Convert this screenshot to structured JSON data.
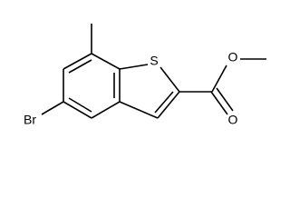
{
  "molecule": {
    "atoms": {
      "sulfur": "S",
      "bromine": "Br",
      "ester_oxygen": "O",
      "carbonyl_oxygen": "O"
    }
  },
  "colors": {
    "bond": "#000000",
    "label": "#000000",
    "background": "#ffffff"
  }
}
